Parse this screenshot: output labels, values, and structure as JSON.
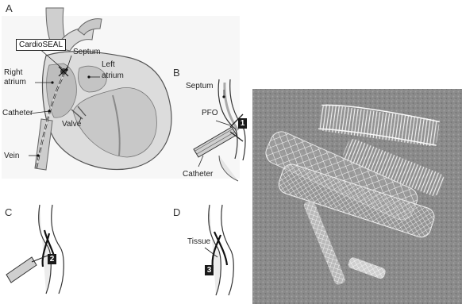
{
  "panels": {
    "a": {
      "letter": "A",
      "labels": {
        "device": "CardioSEAL",
        "septum": "Septum",
        "right_atrium_1": "Right",
        "right_atrium_2": "atrium",
        "left_atrium_1": "Left",
        "left_atrium_2": "atrium",
        "catheter": "Catheter",
        "valve": "Valve",
        "vein": "Vein"
      }
    },
    "b": {
      "letter": "B",
      "labels": {
        "septum": "Septum",
        "pfo": "PFO",
        "catheter": "Catheter"
      },
      "step": "1"
    },
    "c": {
      "letter": "C",
      "step": "2"
    },
    "d": {
      "letter": "D",
      "labels": {
        "tissue": "Tissue"
      },
      "step": "3"
    }
  }
}
